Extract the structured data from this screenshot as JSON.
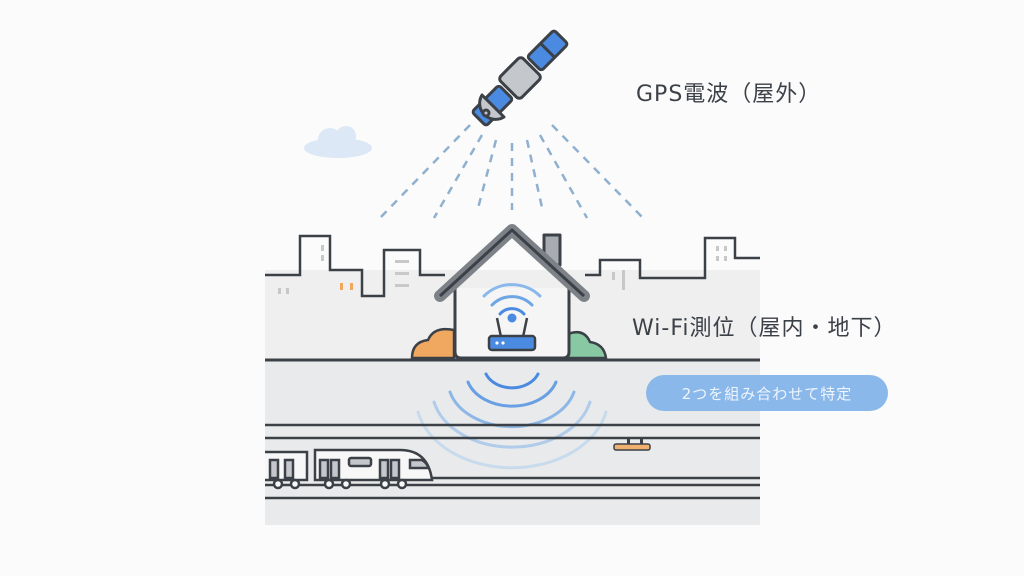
{
  "labels": {
    "gps": "GPS電波（屋外）",
    "wifi": "Wi-Fi測位（屋内・地下）",
    "combine": "2つを組み合わせて特定"
  },
  "colors": {
    "background": "#fbfbfb",
    "outline": "#3c4148",
    "accent_blue": "#4a8ae0",
    "pill_blue": "#8ab8ea",
    "ground": "#eceded",
    "orange": "#f0a860",
    "green": "#88c9a4"
  },
  "elements": {
    "satellite": "satellite-icon",
    "router": "wifi-router-icon",
    "house": "house-icon",
    "train": "train-icon",
    "cloud": "cloud-icon"
  }
}
